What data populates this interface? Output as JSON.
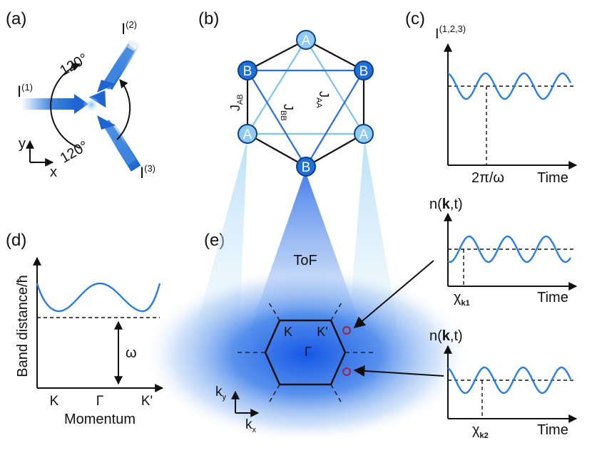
{
  "panels": {
    "a": "(a)",
    "b": "(b)",
    "c": "(c)",
    "d": "(d)",
    "e": "(e)"
  },
  "panel_a": {
    "beam1": "I",
    "beam1_sup": "(1)",
    "beam2": "I",
    "beam2_sup": "(2)",
    "beam3": "I",
    "beam3_sup": "(3)",
    "angle_top": "120°",
    "angle_bottom": "120°",
    "axis_x": "x",
    "axis_y": "y",
    "colors": {
      "beam": "#1e6fd8",
      "beam_light": "#dfeaf8",
      "atoms": "#8ecaf2"
    }
  },
  "panel_b": {
    "site_A": "A",
    "site_B": "B",
    "hop_AB": "J",
    "hop_AB_sub": "AB",
    "hop_AA": "J",
    "hop_AA_sub": "AA",
    "hop_BB": "J",
    "hop_BB_sub": "BB",
    "colors": {
      "A": "#8ecaf2",
      "B": "#1e6fd8",
      "AA_line": "#7fc4ee",
      "BB_line": "#2a6fd6",
      "edge": "#111111"
    }
  },
  "panel_c": {
    "ylabel": "I",
    "ylabel_sup": "(1,2,3)",
    "xlabel": "Time",
    "tick": "2π/ω",
    "curve_color": "#2a7ee0"
  },
  "panel_c2": {
    "ylabel_pre": "n(",
    "ylabel_k": "k",
    "ylabel_post": ",t)",
    "xlabel": "Time",
    "tick": "χ",
    "tick_sub": "k1"
  },
  "panel_c3": {
    "ylabel_pre": "n(",
    "ylabel_k": "k",
    "ylabel_post": ",t)",
    "xlabel": "Time",
    "tick": "χ",
    "tick_sub": "k2"
  },
  "panel_d": {
    "ylabel": "Band distance/ħ",
    "xlabel": "Momentum",
    "ticks": [
      "K",
      "Γ",
      "K'"
    ],
    "gap": "ω"
  },
  "panel_e": {
    "tof": "ToF",
    "K": "K",
    "K_prime": "K'",
    "Gamma": "Γ",
    "axis_kx": "k",
    "axis_kx_sub": "x",
    "axis_ky": "k",
    "axis_ky_sub": "y",
    "colors": {
      "cloud": "#1e66e8",
      "marker": "#a3243b"
    }
  }
}
